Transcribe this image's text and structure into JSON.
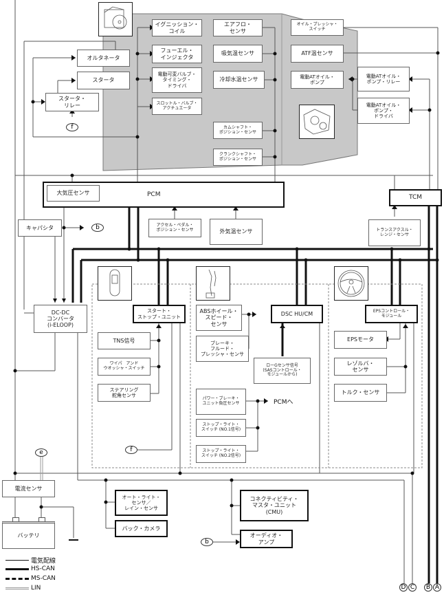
{
  "diagram": {
    "engine_area": {
      "ignition_coil": "イグニッション・\nコイル",
      "fuel_injector": "フューエル・\nインジェクタ",
      "vvt_driver": "電動可変バルブ・\nタイミング・\nドライバ",
      "throttle_actuator": "スロットル・バルブ・\nアクチュエータ",
      "airflow_sensor": "エアフロ・\nセンサ",
      "intake_temp_sensor": "吸気温センサ",
      "coolant_temp_sensor": "冷却水温センサ",
      "camshaft_sensor": "カムシャフト・\nポジション・センサ",
      "crankshaft_sensor": "クランクシャフト・\nポジション・センサ",
      "oil_pressure_switch": "オイル・プレッシャ・\nスイッチ",
      "atf_temp_sensor": "ATF温センサ",
      "electric_at_oil_pump": "電動ATオイル・\nポンプ",
      "electric_at_oil_pump_relay": "電動ATオイル・\nポンプ・リレー",
      "electric_at_oil_pump_driver": "電動ATオイル・\nポンプ・\nドライバ"
    },
    "left": {
      "alternator": "オルタネータ",
      "starter": "スタータ",
      "starter_relay": "スタータ・\nリレー",
      "capacitor": "キャパシタ",
      "dcdc_converter": "DC-DC\nコンバータ\n(i-ELOOP)",
      "current_sensor": "電流センサ",
      "battery": "バッテリ"
    },
    "pcm": {
      "label": "PCM",
      "baro_sensor": "大気圧センサ",
      "accel_pedal_sensor": "アクセル・ペダル・\nポジション・センサ",
      "ambient_temp_sensor": "外気温センサ"
    },
    "tcm": {
      "label": "TCM",
      "range_sensor": "トランスアクスル・\nレンジ・センサ"
    },
    "start_stop": {
      "unit": "スタート・\nストップ・ユニット",
      "tns_signal": "TNS信号",
      "wiper_washer_switch": "ワイパ　アンド\nウオッシャ・スイッチ",
      "steering_angle_sensor": "ステアリング\n舵角センサ"
    },
    "dsc": {
      "unit": "DSC HU/CM",
      "abs_wheel_speed_sensor": "ABSホイール・\nスピード・\nセンサ",
      "brake_fluid_pressure_sensor": "ブレーキ・\nフルード・\nプレッシャ・センサ",
      "low_g_signal": "ローGセンサ信号\n(SASコントロール・\nモジュールから)",
      "power_brake_vacuum_sensor": "パワー・ブレーキ・\nユニット負圧センサ",
      "to_pcm": "PCMへ",
      "stop_light_switch_1": "ストップ・ライト・\nスイッチ (NO.1信号)",
      "stop_light_switch_2": "ストップ・ライト・\nスイッチ (NO.2信号)"
    },
    "eps": {
      "module": "EPSコントロール・\nモジュール",
      "motor": "EPSモータ",
      "resolver_sensor": "レゾルバ・\nセンサ",
      "torque_sensor": "トルク・センサ"
    },
    "bottom": {
      "auto_light_rain_sensor": "オート・ライト・\nセンサ／\nレイン・センサ",
      "back_camera": "バック・カメラ",
      "cmu": "コネクティビティ・\nマスタ・ユニット\n(CMU)",
      "audio_amp": "オーディオ・\nアンプ"
    },
    "connectors": {
      "f": "f",
      "b": "b",
      "e": "e",
      "A": "A",
      "B": "B",
      "C": "C",
      "D": "D"
    },
    "legend": [
      {
        "label": "電気配線",
        "style": "thin"
      },
      {
        "label": "HS-CAN",
        "style": "thick"
      },
      {
        "label": "MS-CAN",
        "style": "dashed"
      },
      {
        "label": "LIN",
        "style": "double"
      }
    ],
    "colors": {
      "engine_area": "#c8c8c8",
      "wire": "#555555",
      "can": "#111111"
    }
  }
}
